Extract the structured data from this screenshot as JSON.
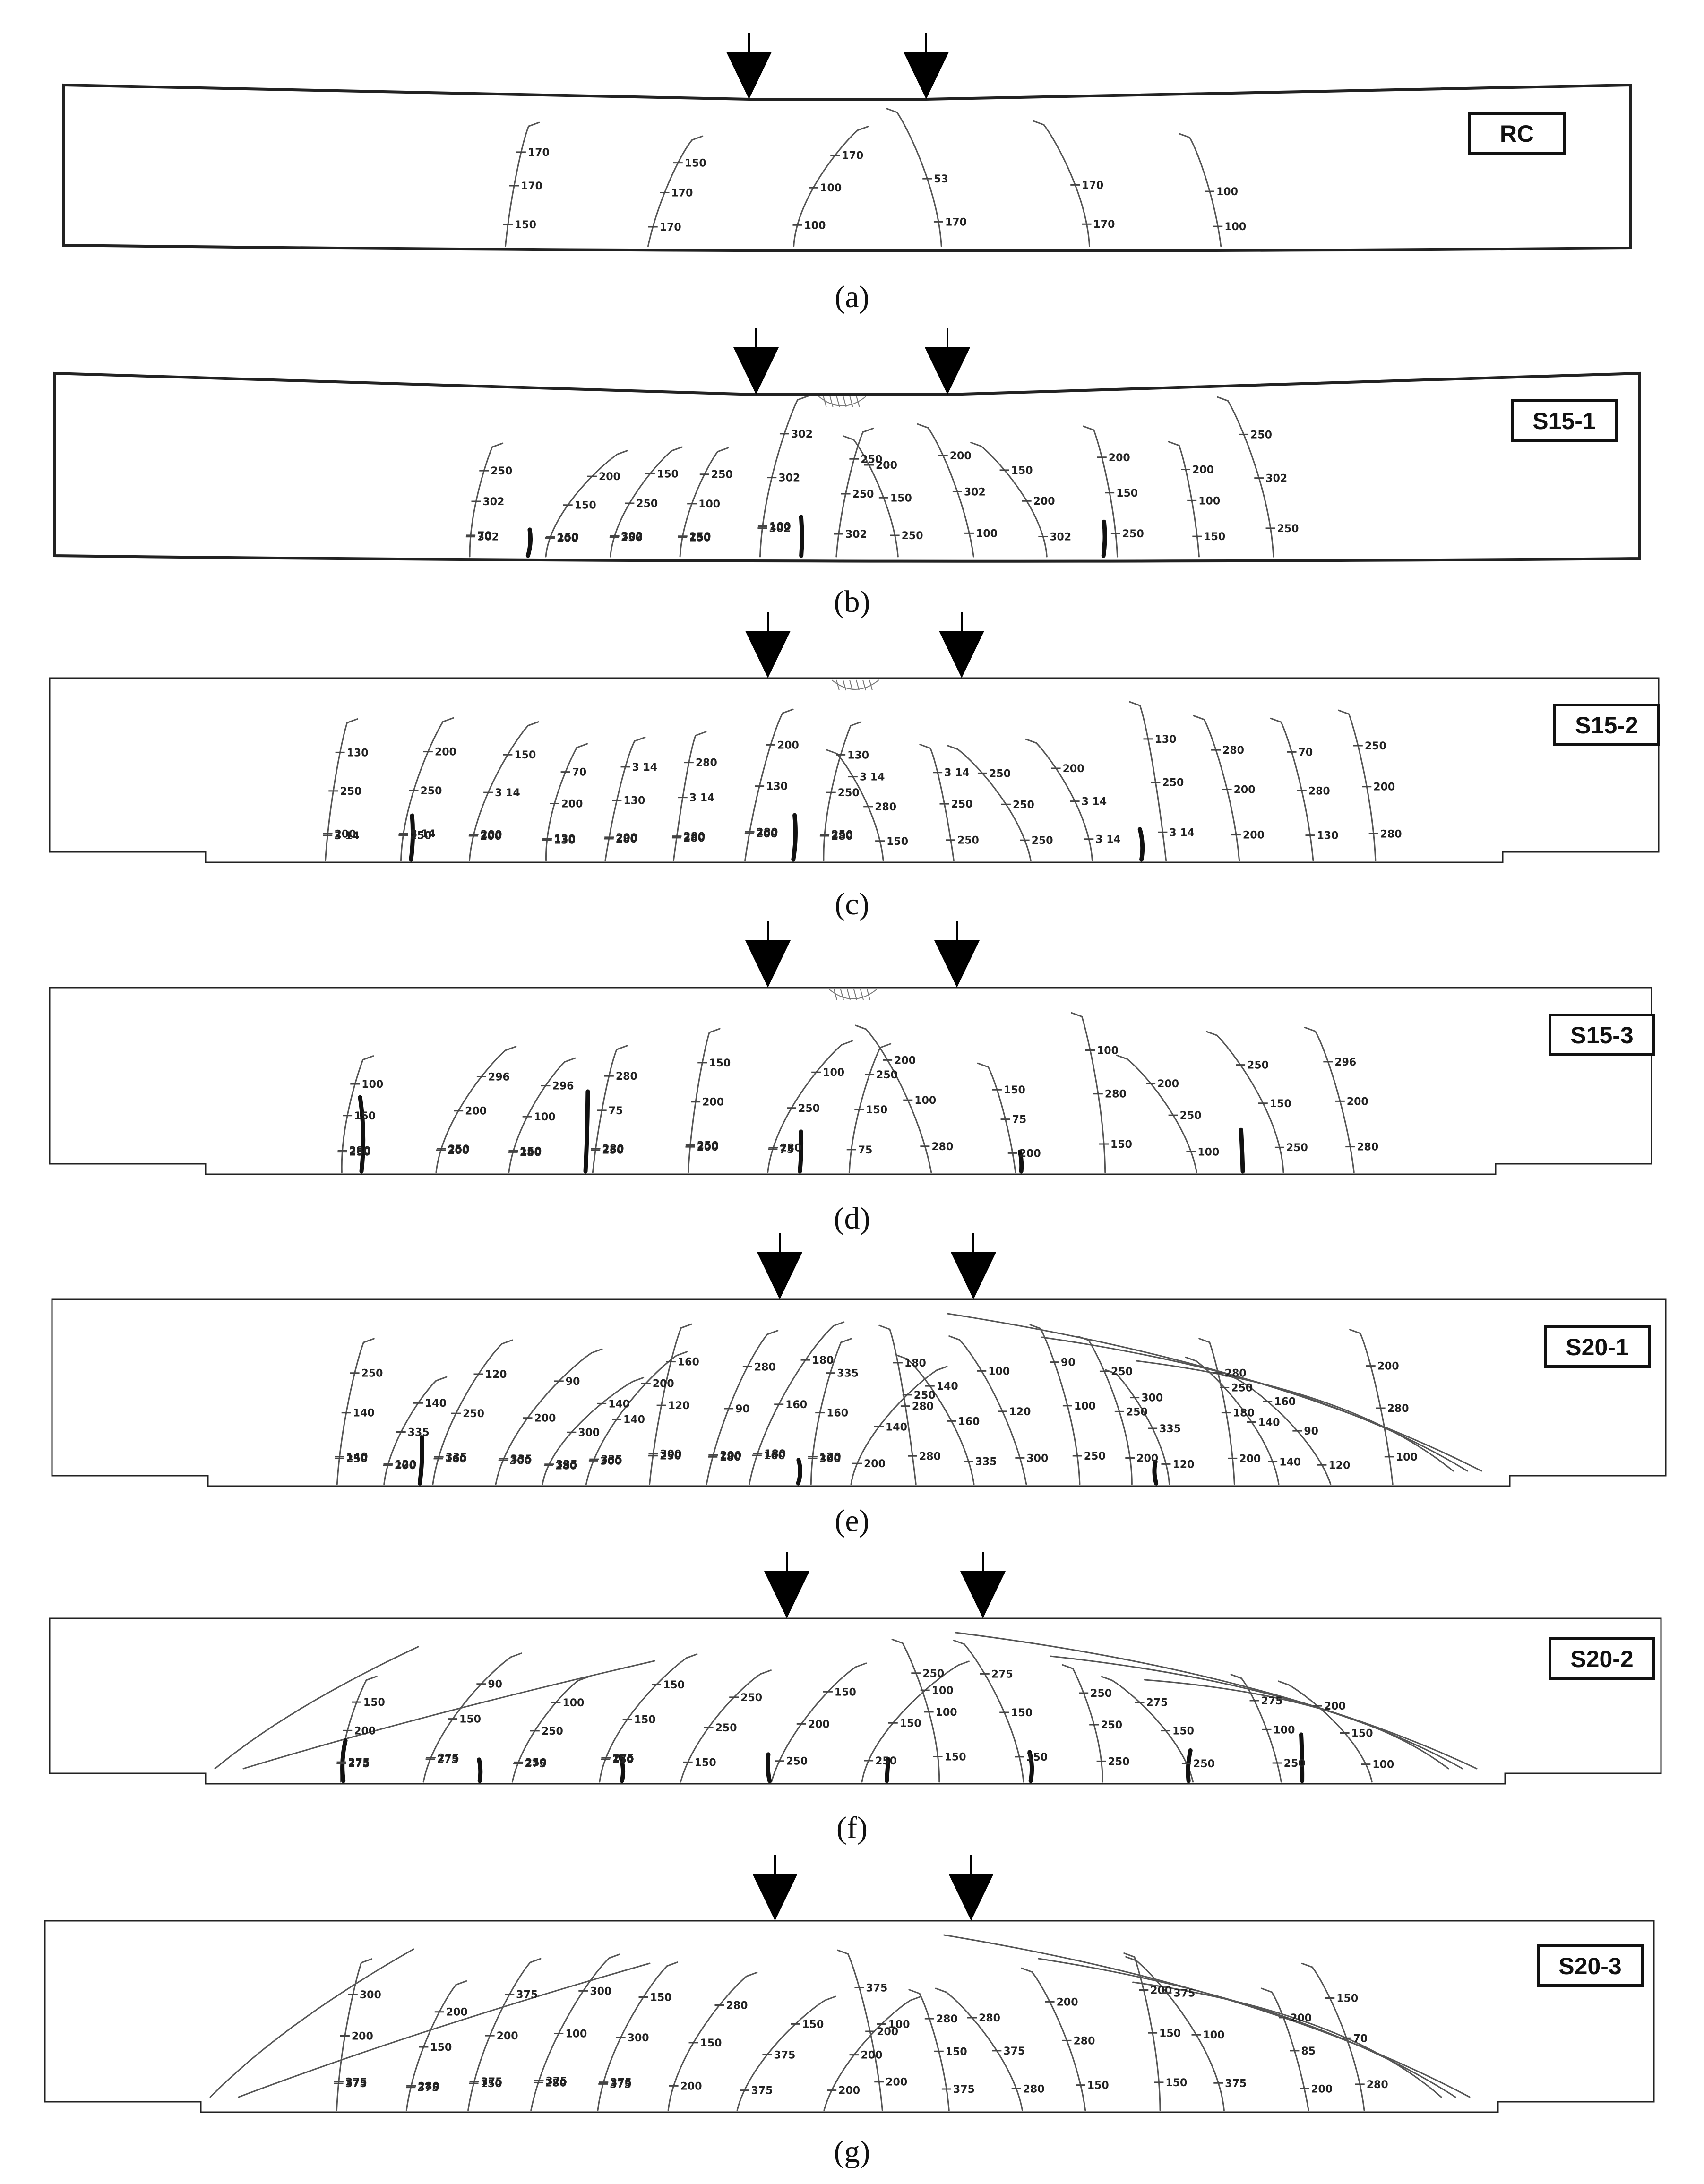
{
  "panels": [
    {
      "id": "a",
      "caption": "(a)",
      "tag": "RC",
      "labels": [
        "150",
        "170",
        "100",
        "170",
        "170",
        "100",
        "170",
        "170",
        "100",
        "53",
        "170",
        "100",
        "170",
        "150",
        "170"
      ]
    },
    {
      "id": "b",
      "caption": "(b)",
      "tag": "S15-1",
      "labels": [
        "302",
        "200",
        "250",
        "150",
        "302",
        "302",
        "250",
        "100",
        "302",
        "250",
        "150",
        "250",
        "302",
        "150",
        "250",
        "100",
        "302",
        "250",
        "150",
        "302",
        "200",
        "150",
        "100",
        "302",
        "250",
        "200",
        "150",
        "250",
        "302",
        "250",
        "200",
        "200",
        "150",
        "200",
        "200",
        "250",
        "70",
        "150",
        "302",
        "250",
        "100"
      ]
    },
    {
      "id": "c",
      "caption": "(c)",
      "tag": "S15-2",
      "labels": [
        "3 14",
        "250",
        "200",
        "130",
        "280",
        "280",
        "200",
        "280",
        "150",
        "250",
        "250",
        "3 14",
        "3 14",
        "200",
        "130",
        "280",
        "250",
        "250",
        "3 14",
        "200",
        "130",
        "3 14",
        "130",
        "250",
        "280",
        "250",
        "250",
        "3 14",
        "250",
        "200",
        "280",
        "200",
        "130",
        "200",
        "150",
        "70",
        "3 14",
        "280",
        "200",
        "130",
        "3 14",
        "3 14",
        "250",
        "200",
        "130",
        "280",
        "70",
        "250",
        "200",
        "3 14",
        "200",
        "130",
        "200",
        "280",
        "280",
        "250"
      ]
    },
    {
      "id": "d",
      "caption": "(d)",
      "tag": "S15-3",
      "labels": [
        "250",
        "200",
        "280",
        "250",
        "200",
        "75",
        "75",
        "280",
        "200",
        "150",
        "100",
        "250",
        "280",
        "150",
        "200",
        "100",
        "75",
        "200",
        "250",
        "150",
        "100",
        "75",
        "280",
        "250",
        "150",
        "200",
        "100",
        "296",
        "296",
        "280",
        "150",
        "100",
        "250",
        "200",
        "150",
        "100",
        "200",
        "250",
        "296",
        "280",
        "250",
        "150",
        "280",
        "250",
        "280"
      ]
    },
    {
      "id": "e",
      "caption": "(e)",
      "tag": "S20-1",
      "labels": [
        "250",
        "200",
        "160",
        "300",
        "280",
        "300",
        "250",
        "180",
        "160",
        "300",
        "200",
        "280",
        "335",
        "300",
        "250",
        "200",
        "120",
        "200",
        "140",
        "120",
        "100",
        "140",
        "335",
        "250",
        "200",
        "300",
        "140",
        "120",
        "90",
        "160",
        "160",
        "140",
        "280",
        "160",
        "120",
        "100",
        "250",
        "335",
        "180",
        "140",
        "90",
        "280",
        "250",
        "140",
        "120",
        "90",
        "140",
        "200",
        "160",
        "280",
        "180",
        "335",
        "250",
        "180",
        "140",
        "100",
        "90",
        "250",
        "300",
        "280",
        "250",
        "160",
        "200",
        "140",
        "120",
        "335",
        "335",
        "335",
        "335",
        "300",
        "200",
        "180",
        "120"
      ]
    },
    {
      "id": "f",
      "caption": "(f)",
      "tag": "S20-2",
      "labels": [
        "275",
        "275",
        "275",
        "150",
        "150",
        "250",
        "250",
        "150",
        "150",
        "250",
        "250",
        "250",
        "100",
        "200",
        "150",
        "250",
        "150",
        "250",
        "200",
        "150",
        "100",
        "150",
        "250",
        "150",
        "100",
        "150",
        "150",
        "90",
        "100",
        "150",
        "250",
        "150",
        "100",
        "250",
        "275",
        "250",
        "275",
        "275",
        "200",
        "275",
        "275",
        "250",
        "275"
      ]
    },
    {
      "id": "g",
      "caption": "(g)",
      "tag": "S20-3",
      "labels": [
        "375",
        "375",
        "150",
        "280",
        "375",
        "200",
        "375",
        "200",
        "200",
        "375",
        "280",
        "150",
        "150",
        "375",
        "200",
        "280",
        "200",
        "150",
        "200",
        "100",
        "300",
        "150",
        "375",
        "200",
        "200",
        "150",
        "375",
        "280",
        "150",
        "100",
        "85",
        "70",
        "300",
        "200",
        "375",
        "300",
        "150",
        "280",
        "150",
        "100",
        "375",
        "280",
        "280",
        "200",
        "200",
        "375",
        "200",
        "150",
        "375",
        "280",
        "375",
        "375",
        "375"
      ]
    }
  ]
}
